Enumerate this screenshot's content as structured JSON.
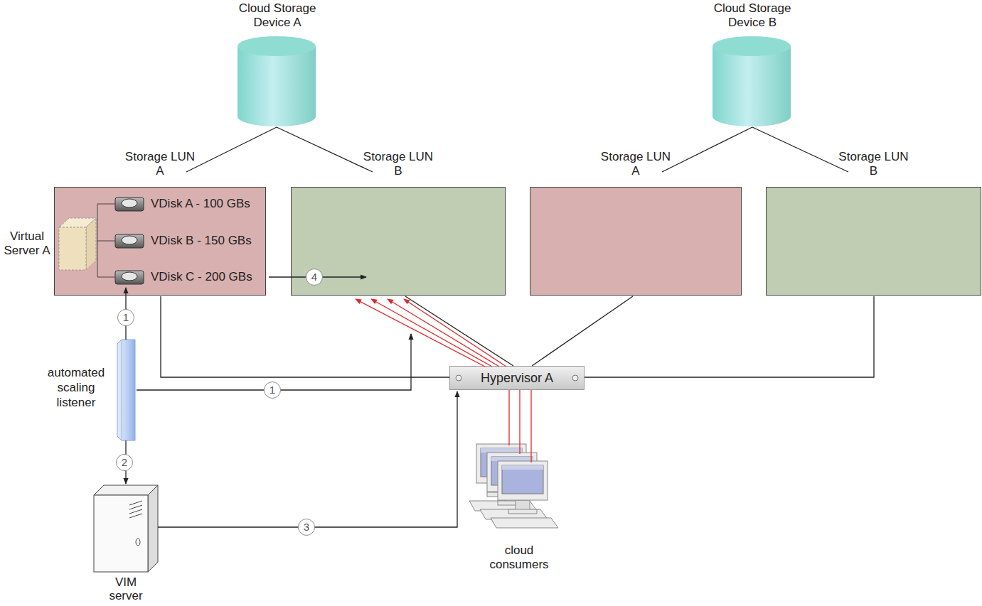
{
  "diagram": {
    "nodes": [
      {
        "text": [
          "Cloud Storage Device A"
        ]
      },
      {
        "text": [
          "Cloud Storage Device B"
        ]
      },
      {
        "text": [
          "Storage LUN A"
        ]
      },
      {
        "text": [
          "Virtual Server A"
        ]
      },
      {
        "text": [
          "VDisk A - 100 GBs"
        ],
        "in": 2
      },
      {
        "text": [
          "VDisk B - 150 GBs"
        ],
        "in": 2
      },
      {
        "text": [
          "VDisk C - 200 GBs"
        ],
        "in": 2
      },
      {
        "text": [
          "Storage LUN B"
        ]
      },
      {
        "text": [
          "Storage LUN A"
        ]
      },
      {
        "text": [
          "Storage LUN B"
        ]
      },
      {
        "text": [
          "automated scaling listener"
        ]
      },
      {
        "text": [
          "Hypervisor A"
        ]
      },
      {
        "text": [
          "VIM server"
        ]
      },
      {
        "text": [
          "cloud consumers"
        ]
      }
    ],
    "edges": [
      {
        "from": 0,
        "to": 2,
        "arrow": "none"
      },
      {
        "from": 0,
        "to": 7,
        "arrow": "none"
      },
      {
        "from": 1,
        "to": 8,
        "arrow": "none"
      },
      {
        "from": 1,
        "to": 9,
        "arrow": "none"
      },
      {
        "from": 10,
        "to": 6,
        "label": "1",
        "arrow": "to"
      },
      {
        "from": 10,
        "to": 7,
        "label": "1",
        "arrow": "to"
      },
      {
        "from": 10,
        "to": 12,
        "label": "2",
        "arrow": "to"
      },
      {
        "from": 12,
        "to": 11,
        "label": "3",
        "arrow": "to"
      },
      {
        "from": 6,
        "to": 7,
        "label": "4",
        "arrow": "to"
      },
      {
        "from": 11,
        "to": 2,
        "arrow": "none"
      },
      {
        "from": 11,
        "to": 7,
        "arrow": "none"
      },
      {
        "from": 11,
        "to": 7,
        "arrow": "to"
      },
      {
        "from": 11,
        "to": 7,
        "arrow": "to"
      },
      {
        "from": 11,
        "to": 7,
        "arrow": "to"
      },
      {
        "from": 11,
        "to": 7,
        "arrow": "to"
      },
      {
        "from": 11,
        "to": 8,
        "arrow": "none"
      },
      {
        "from": 11,
        "to": 9,
        "arrow": "none"
      },
      {
        "from": 13,
        "to": 11,
        "arrow": "none"
      },
      {
        "from": 13,
        "to": 11,
        "arrow": "none"
      },
      {
        "from": 13,
        "to": 11,
        "arrow": "none"
      }
    ]
  }
}
